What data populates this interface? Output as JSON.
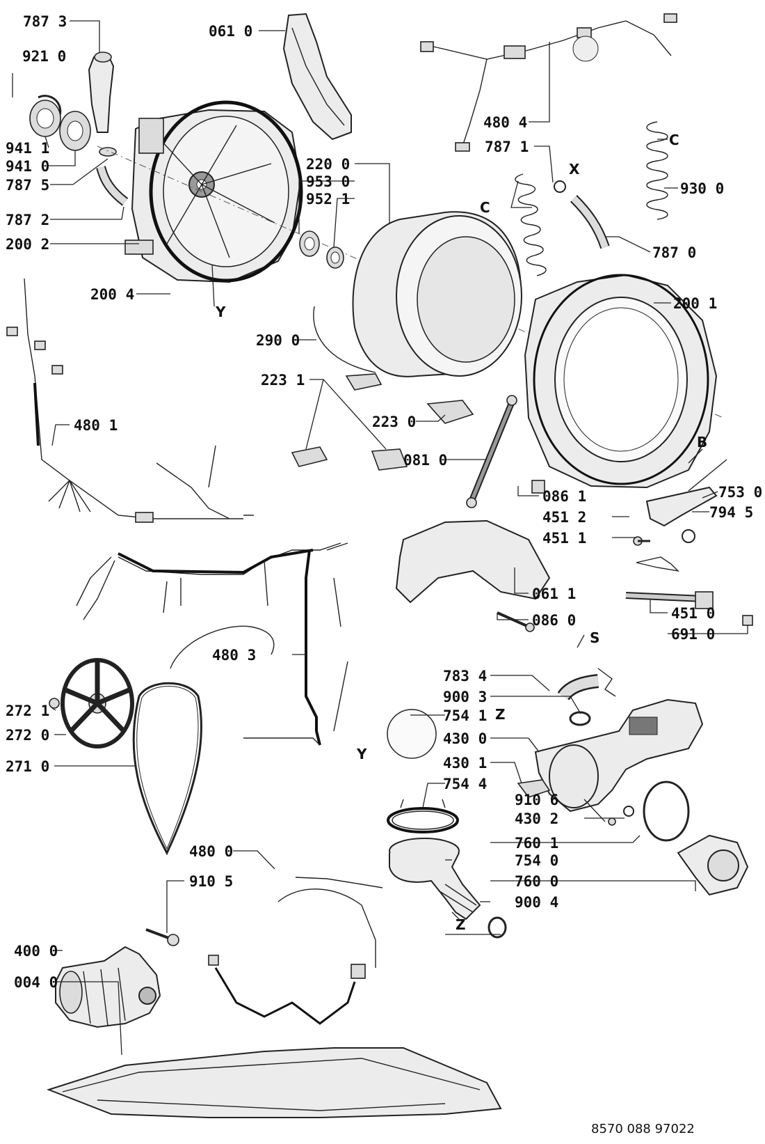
{
  "labels": {
    "p787_3": "787 3",
    "p921_0": "921 0",
    "p941_1": "941 1",
    "p941_0": "941 0",
    "p787_5": "787 5",
    "p787_2": "787 2",
    "p200_2": "200 2",
    "p200_4": "200 4",
    "p061_0": "061 0",
    "p220_0": "220 0",
    "p953_0": "953 0",
    "p952_1": "952 1",
    "p480_4": "480 4",
    "p787_1": "787 1",
    "p930_0": "930 0",
    "p787_0": "787 0",
    "p200_1": "200 1",
    "p290_0": "290 0",
    "p223_1": "223 1",
    "p223_0": "223 0",
    "p081_0": "081 0",
    "p480_1": "480 1",
    "p086_1": "086 1",
    "p753_0": "753 0",
    "p451_2": "451 2",
    "p794_5": "794 5",
    "p451_1": "451 1",
    "p061_1": "061 1",
    "p086_0": "086 0",
    "p451_0": "451 0",
    "p691_0": "691 0",
    "p480_3": "480 3",
    "p783_4": "783 4",
    "p900_3": "900 3",
    "p754_1": "754 1",
    "p430_0": "430 0",
    "p430_1": "430 1",
    "p754_4": "754 4",
    "p910_6": "910 6",
    "p430_2": "430 2",
    "p760_1": "760 1",
    "p754_0": "754 0",
    "p760_0": "760 0",
    "p900_4": "900 4",
    "p272_1": "272 1",
    "p272_0": "272 0",
    "p271_0": "271 0",
    "p480_0": "480 0",
    "p910_5": "910 5",
    "p400_0": "400 0",
    "p004_0": "004 0"
  },
  "markers": {
    "y_top": "Y",
    "x": "X",
    "c_left": "C",
    "c_right": "C",
    "b": "B",
    "s": "S",
    "z_pump": "Z",
    "y_ring": "Y",
    "z_bottom": "Z"
  },
  "reference_number": "8570 088 97022"
}
